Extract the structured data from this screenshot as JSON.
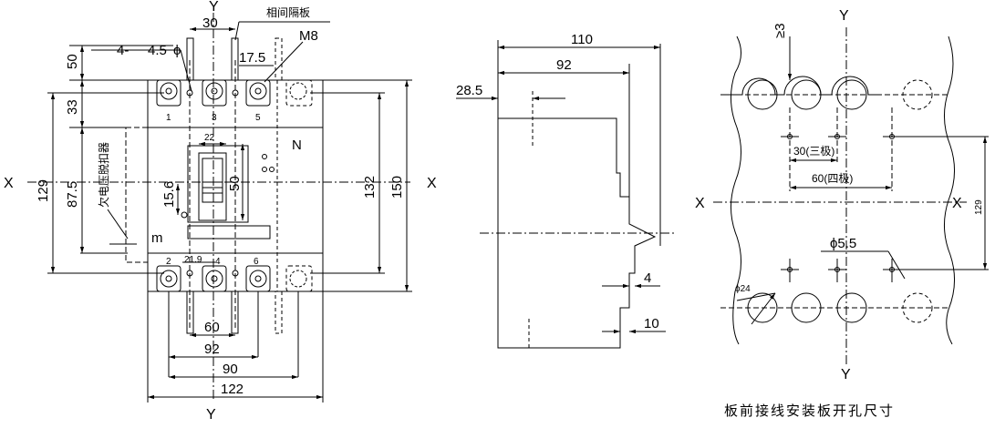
{
  "front": {
    "y_top": "Y",
    "y_bottom": "Y",
    "x_left": "X",
    "x_right": "X",
    "phase_barrier_label": "相间隔板",
    "undervoltage_label": "欠电压脱扣器",
    "dim_30": "30",
    "dim_4": "4-",
    "dim_4_5": "4.5",
    "phi": "ϕ",
    "dim_m8": "M8",
    "dim_17_5": "17.5",
    "dim_50": "50",
    "dim_33": "33",
    "dim_129": "129",
    "dim_87_5": "87.5",
    "dim_22": "22",
    "dim_50b": "50",
    "dim_15_6": "15.6",
    "dim_21_9": "21.9",
    "dim_m": "m",
    "dim_132": "132",
    "dim_150": "150",
    "dim_60": "60",
    "dim_92": "92",
    "dim_90": "90",
    "dim_122": "122",
    "n_label": "N",
    "terminals": [
      "1",
      "3",
      "5",
      "2",
      "4",
      "6"
    ]
  },
  "side": {
    "dim_110": "110",
    "dim_92": "92",
    "dim_28_5": "28.5",
    "dim_4": "4",
    "dim_10": "10"
  },
  "cutout": {
    "y_top": "Y",
    "y_bottom": "Y",
    "x_left": "X",
    "x_right": "X",
    "dim_ge3": "≥3",
    "dim_30_3p": "30(三极)",
    "dim_60_4p": "60(四极)",
    "dim_129": "129",
    "dim_phi5_5": "ϕ5.5",
    "dim_phi24": "ϕ24",
    "title": "板前接线安装板开孔尺寸"
  }
}
